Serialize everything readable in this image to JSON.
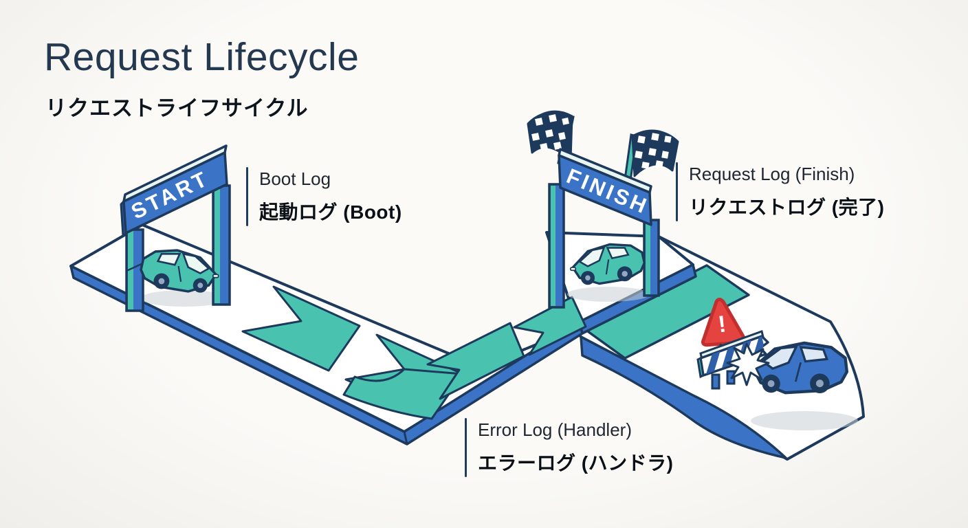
{
  "header": {
    "title": "Request Lifecycle",
    "subtitle": "リクエストライフサイクル"
  },
  "diagram": {
    "start_gate": {
      "banner": "START"
    },
    "finish_gate": {
      "banner": "FINISH"
    },
    "warning": {
      "glyph": "!"
    },
    "callouts": {
      "boot": {
        "en": "Boot Log",
        "ja": "起動ログ (Boot)"
      },
      "request": {
        "en": "Request Log (Finish)",
        "ja": "リクエストログ (完了)"
      },
      "error": {
        "en": "Error Log (Handler)",
        "ja": "エラーログ (ハンドラ)"
      }
    },
    "icons": {
      "checkered_flag": "⚑",
      "warning_triangle": "⚠"
    },
    "colors": {
      "navy": "#1d3a5c",
      "blue": "#3b74c6",
      "teal": "#49c3b0",
      "red": "#e5433f",
      "road": "#ffffff",
      "background": "#f6f5f1",
      "title_text": "#24384f",
      "label_text": "#1f2631"
    }
  }
}
